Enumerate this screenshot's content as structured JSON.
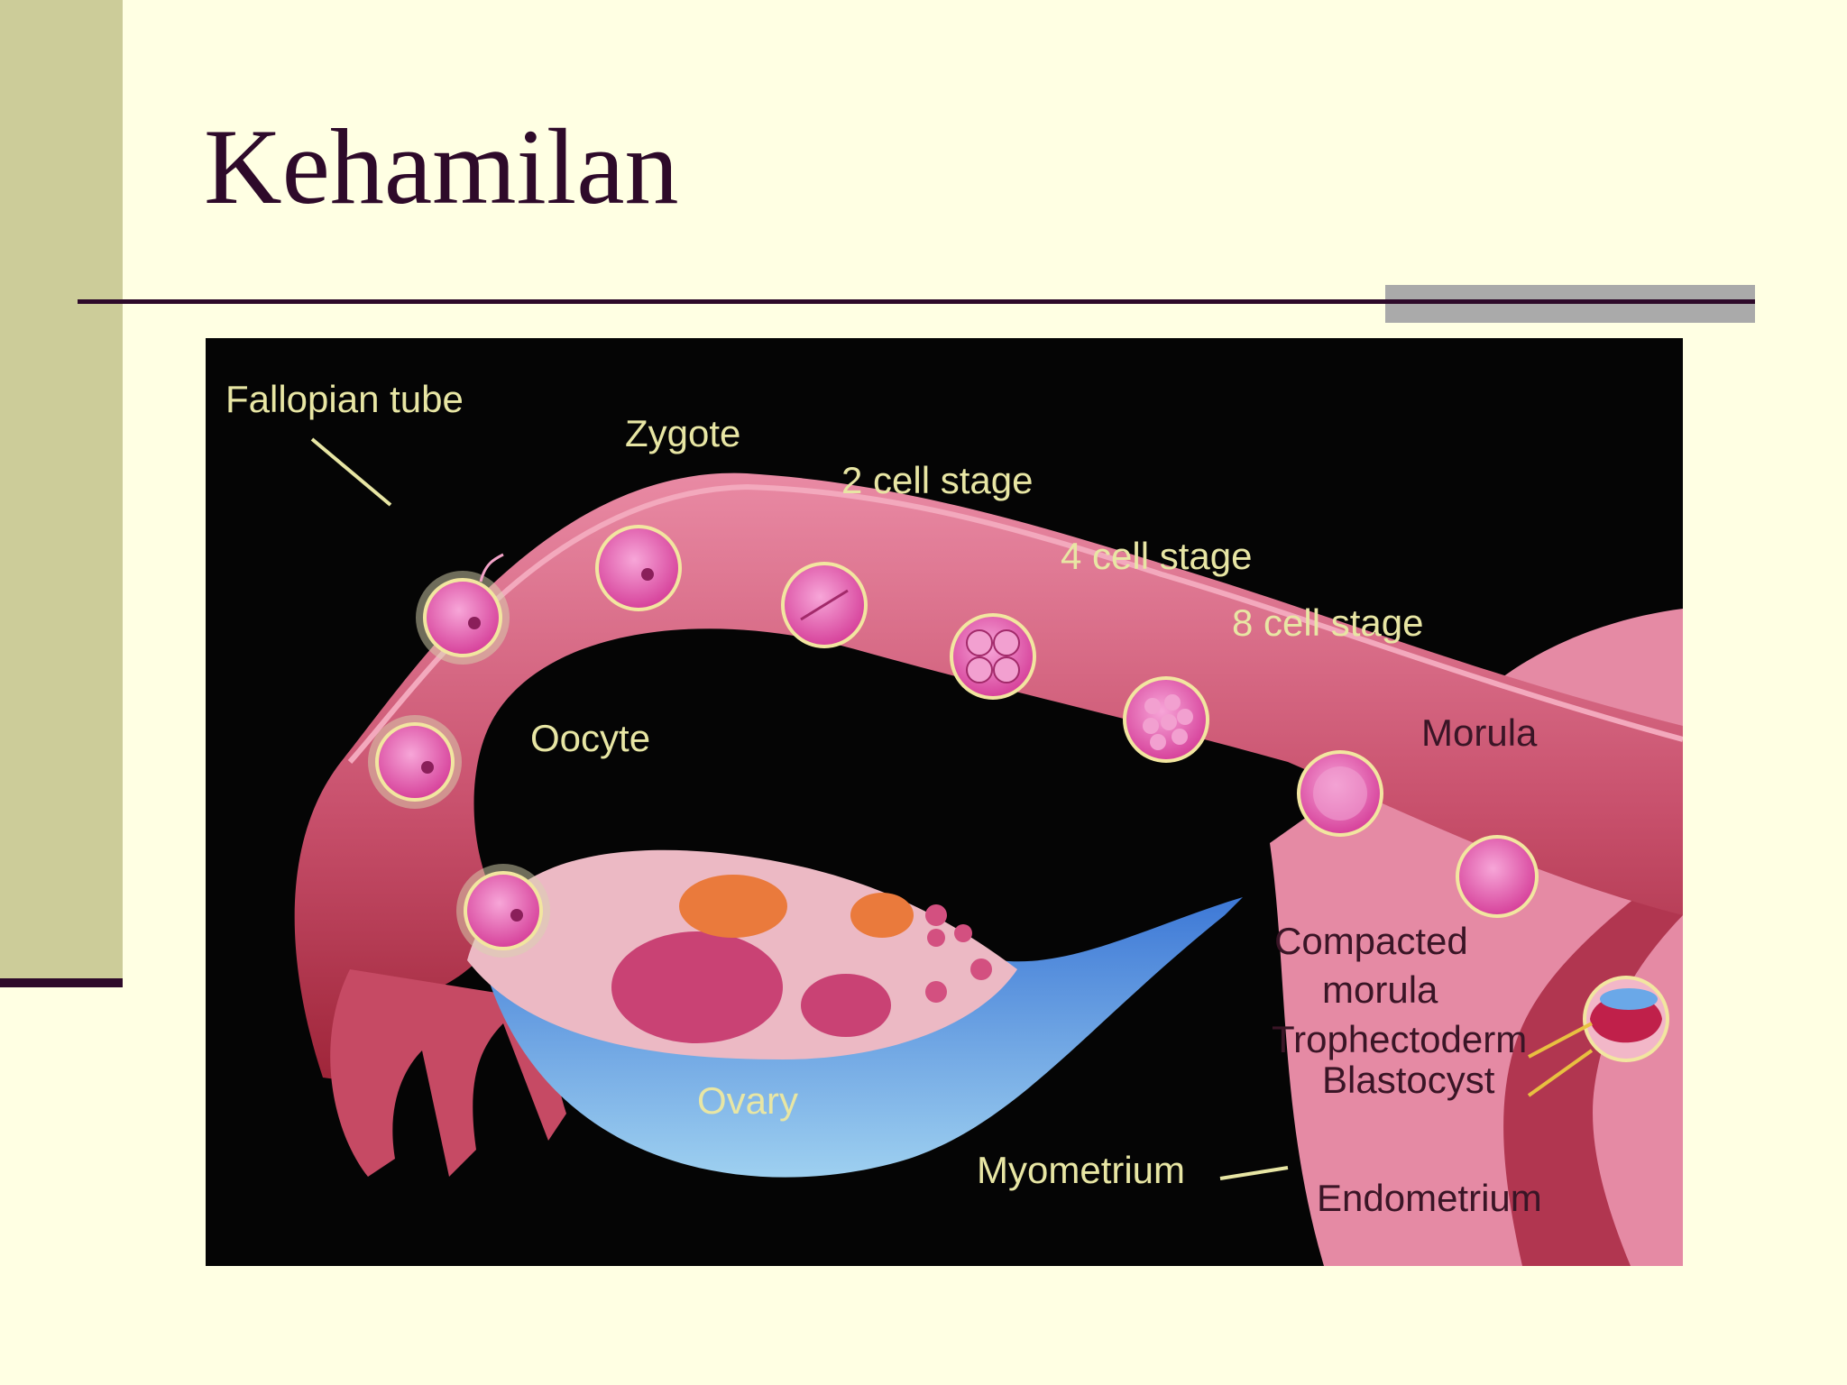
{
  "slide": {
    "title": "Kehamilan"
  },
  "diagram": {
    "labels": {
      "fallopian_tube": "Fallopian tube",
      "zygote": "Zygote",
      "two_cell": "2 cell stage",
      "four_cell": "4 cell stage",
      "eight_cell": "8 cell stage",
      "oocyte": "Oocyte",
      "morula": "Morula",
      "compacted_morula_line1": "Compacted",
      "compacted_morula_line2": "morula",
      "trophectoderm": "Trophectoderm",
      "blastocyst": "Blastocyst",
      "ovary": "Ovary",
      "myometrium": "Myometrium",
      "endometrium": "Endometrium"
    },
    "colors": {
      "background": "#050505",
      "tissue": "#e07a98",
      "tissue_dark": "#a8283e",
      "cell": "#e85fb0",
      "ovary_base": "#5aa0e0",
      "label_light": "#e8e6a4",
      "label_dark": "#3a1526"
    }
  }
}
